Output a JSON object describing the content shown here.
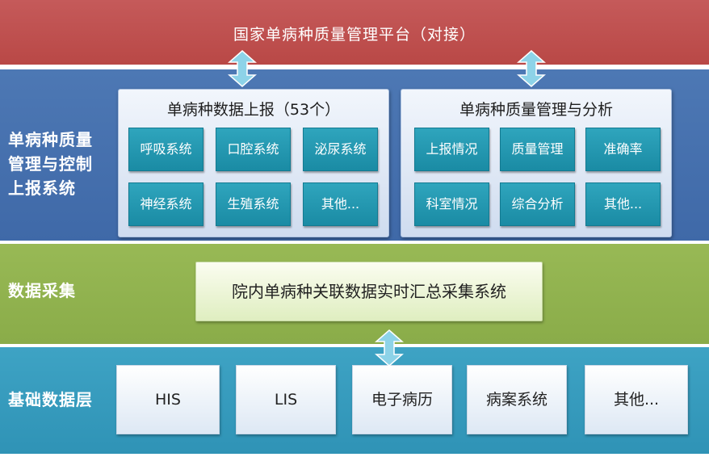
{
  "top": {
    "title": "国家单病种质量管理平台（对接）"
  },
  "report_layer": {
    "label": "单病种质量\n管理与控制\n上报系统",
    "left_panel": {
      "title": "单病种数据上报（53个）",
      "items": [
        "呼吸系统",
        "口腔系统",
        "泌尿系统",
        "神经系统",
        "生殖系统",
        "其他..."
      ]
    },
    "right_panel": {
      "title": "单病种质量管理与分析",
      "items": [
        "上报情况",
        "质量管理",
        "准确率",
        "科室情况",
        "综合分析",
        "其他..."
      ]
    }
  },
  "collect_layer": {
    "label": "数据采集",
    "box": "院内单病种关联数据实时汇总采集系统"
  },
  "base_layer": {
    "label": "基础数据层",
    "items": [
      "HIS",
      "LIS",
      "电子病历",
      "病案系统",
      "其他..."
    ]
  },
  "colors": {
    "top_band": "#bd4f4d",
    "report_band": "#4672b0",
    "collect_band": "#91b34f",
    "base_band": "#369bbd",
    "tile": "#2398b1",
    "arrow": "#8dd3e8"
  }
}
